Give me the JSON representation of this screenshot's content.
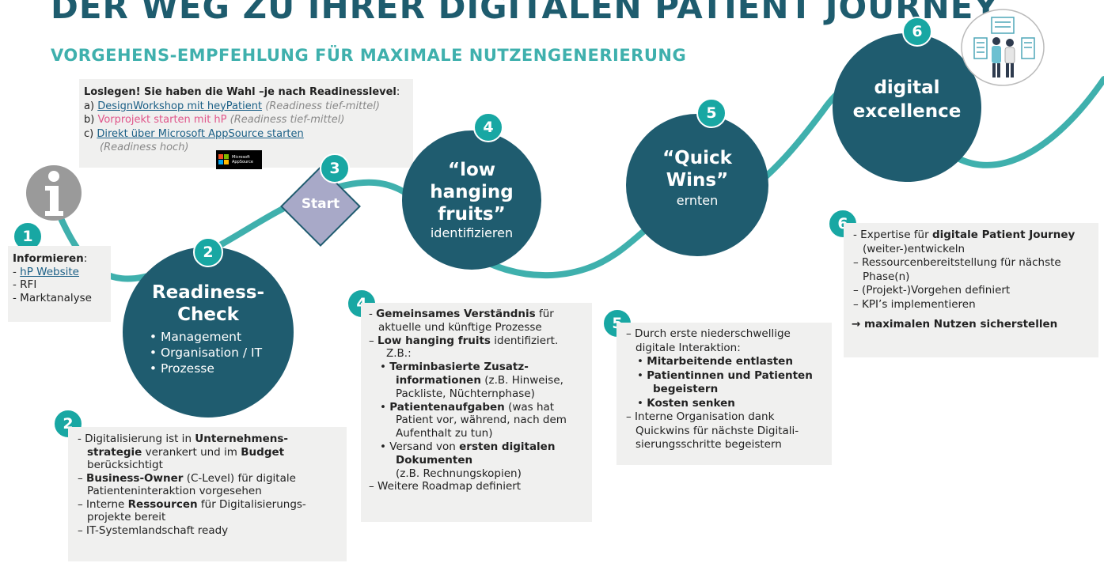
{
  "title": "DER WEG ZU IHRER DIGITALEN PATIENT JOURNEY",
  "subtitle": "VORGEHENS-EMPFEHLUNG FÜR MAXIMALE NUTZENGENERIERUNG",
  "options": {
    "heading": "Loslegen! Sie haben die Wahl –je nach Readinesslevel",
    "a_prefix": "a)",
    "a_link": "DesignWorkshop mit heyPatient",
    "a_note": "(Readiness tief-mittel)",
    "b_prefix": "b)",
    "b_text": "Vorprojekt starten mit hP",
    "b_note": "(Readiness tief-mittel)",
    "c_prefix": "c)",
    "c_link": "Direkt über Microsoft AppSource starten",
    "c_note": "(Readiness hoch)",
    "appsource_label": "Microsoft AppSource"
  },
  "steps": {
    "s1": {
      "num": "1",
      "title": "Informieren",
      "items": [
        "hP Website",
        "RFI",
        "Marktanalyse"
      ]
    },
    "s2": {
      "num": "2",
      "title1": "Readiness-",
      "title2": "Check",
      "items": [
        "Management",
        "Organisation / IT",
        "Prozesse"
      ]
    },
    "s3": {
      "num": "3",
      "label": "Start"
    },
    "s4": {
      "num": "4",
      "line1": "“low",
      "line2": "hanging",
      "line3": "fruits”",
      "line4": "identifizieren"
    },
    "s5": {
      "num": "5",
      "line1": "“Quick",
      "line2": "Wins”",
      "line3": "ernten"
    },
    "s6": {
      "num": "6",
      "line1": "digital",
      "line2": "excellence"
    }
  },
  "box2": {
    "num": "2",
    "l1a": "Digitalisierung ist in ",
    "l1b": "Unternehmens-",
    "l1c": "strategie",
    "l1d": " verankert und im ",
    "l1e": "Budget",
    "l1f": "berücksichtigt",
    "l2a": "Business-Owner",
    "l2b": " (C-Level) für digitale",
    "l2c": "Patienteninteraktion vorgesehen",
    "l3a": "Interne ",
    "l3b": "Ressourcen",
    "l3c": " für Digitalisierungs-",
    "l3d": "projekte bereit",
    "l4": "IT-Systemlandschaft ready"
  },
  "box4": {
    "num": "4",
    "l1a": "Gemeinsames Verständnis",
    "l1b": " für",
    "l1c": "aktuelle und künftige Prozesse",
    "l2a": "Low hanging fruits",
    "l2b": " identifiziert.",
    "l2c": "Z.B.:",
    "b1a": "Terminbasierte Zusatz-",
    "b1b": "informationen",
    "b1c": " (z.B. Hinweise,",
    "b1d": "Packliste, Nüchternphase)",
    "b2a": "Patientenaufgaben",
    "b2b": " (was hat",
    "b2c": "Patient vor, während, nach dem",
    "b2d": "Aufenthalt zu tun)",
    "b3a": "Versand von ",
    "b3b": "ersten digitalen",
    "b3c": "Dokumenten",
    "b3d": "(z.B. Rechnungskopien)",
    "l3": "Weitere Roadmap definiert"
  },
  "box5": {
    "num": "5",
    "l1a": "Durch erste niederschwellige",
    "l1b": "digitale Interaktion:",
    "b1": "Mitarbeitende entlasten",
    "b2a": "Patientinnen und Patienten",
    "b2b": "begeistern",
    "b3": "Kosten senken",
    "l2a": "Interne Organisation dank",
    "l2b": "Quickwins für nächste Digitali-",
    "l2c": "sierungsschritte begeistern"
  },
  "box6": {
    "num": "6",
    "l1a": "Expertise für ",
    "l1b": "digitale Patient Journey",
    "l1c": "(weiter-)entwickeln",
    "l2a": "Ressourcenbereitstellung für nächste",
    "l2b": "Phase(n)",
    "l3": "(Projekt-)Vorgehen definiert",
    "l4": "KPI’s implementieren",
    "result": "→ maximalen Nutzen sicherstellen"
  },
  "colors": {
    "dark_teal": "#1f5c6f",
    "light_teal": "#3fb0ad",
    "badge": "#18a7a3",
    "box_bg": "#f0f0ef"
  }
}
